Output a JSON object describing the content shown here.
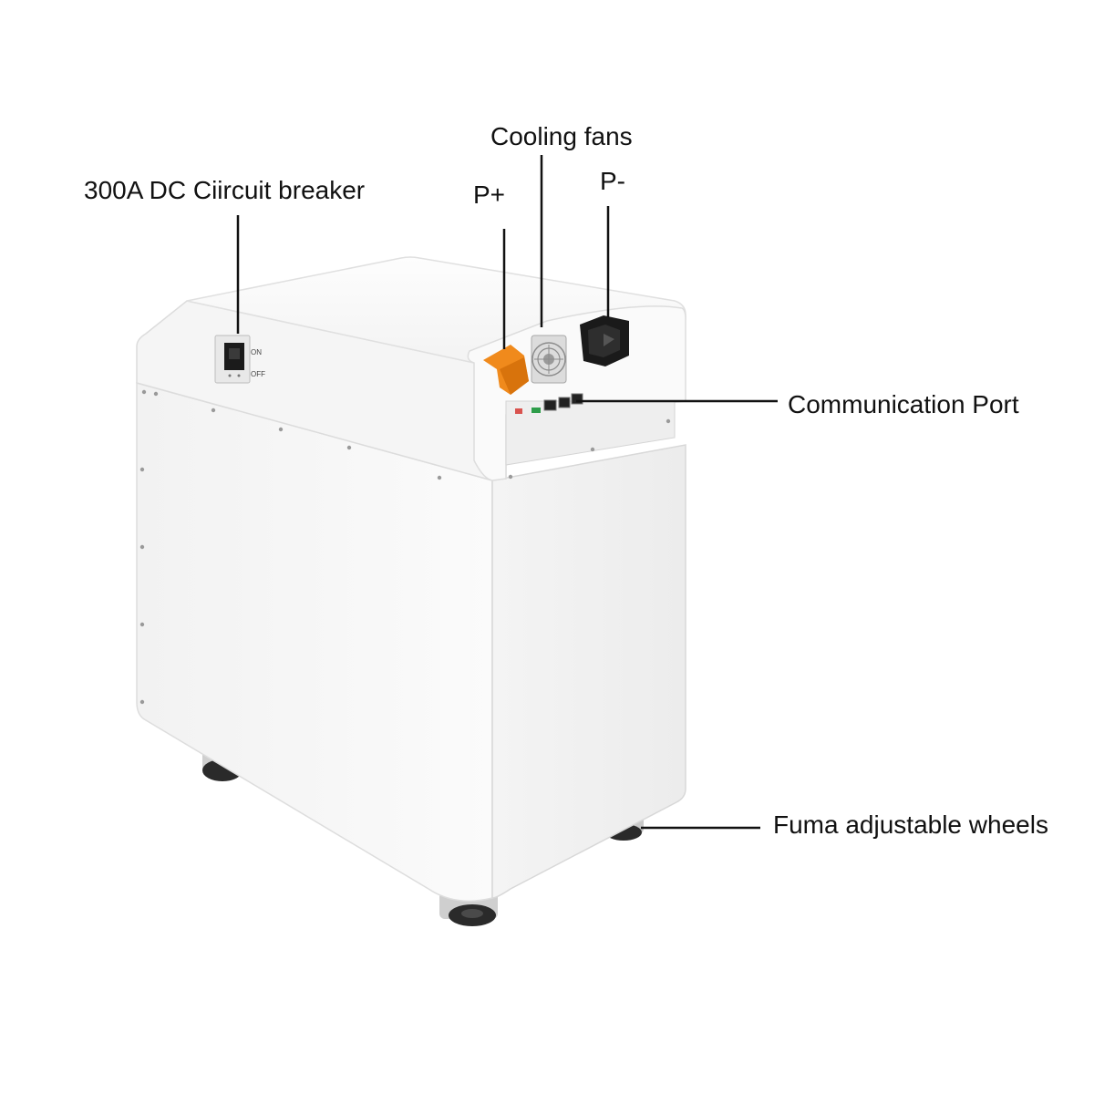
{
  "callouts": {
    "breaker": "300A DC Ciircuit breaker",
    "cooling_fans": "Cooling fans",
    "p_plus": "P+",
    "p_minus": "P-",
    "communication_port": "Communication Port",
    "wheels": "Fuma adjustable wheels"
  },
  "switch_labels": {
    "on": "ON",
    "off": "OFF"
  },
  "colors": {
    "cabinet": "#f7f7f7",
    "cabinet_shadow": "#e6e6e6",
    "terminal_positive": "#f08a1c",
    "terminal_negative": "#1a1a1a",
    "leader_line": "#111111",
    "wheel": "#2a2a2a"
  }
}
